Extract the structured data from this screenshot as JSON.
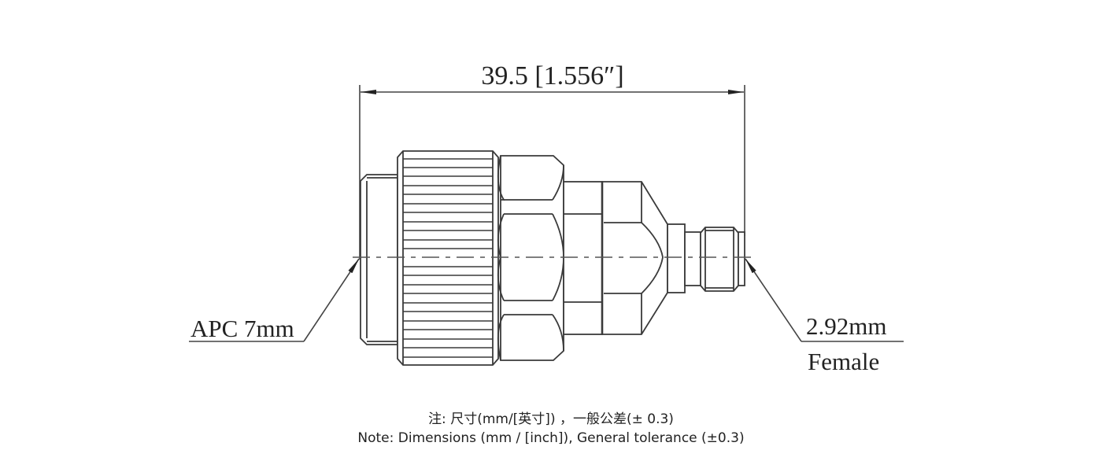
{
  "drawing": {
    "subject": "APC 7mm to 2.92mm Female adapter",
    "overall_length_dimension": "39.5 [1.556″]",
    "left_callout": {
      "label": "APC 7mm"
    },
    "right_callout": {
      "line1": "2.92mm",
      "line2": "Female"
    }
  },
  "notes": {
    "chinese": "注: 尺寸(mm/[英寸]) ，一般公差(± 0.3)",
    "english": "Note: Dimensions (mm / [inch]), General tolerance (±0.3)"
  },
  "colors": {
    "line": "#3a3a3a",
    "background": "#ffffff",
    "text": "#222222"
  }
}
